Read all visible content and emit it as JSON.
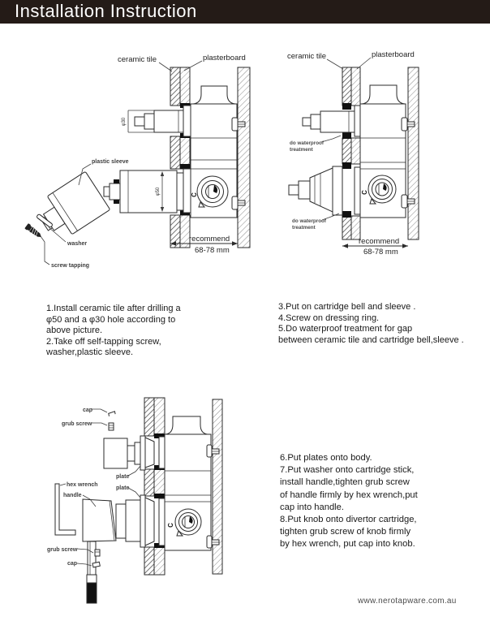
{
  "header": {
    "title": "Installation Instruction"
  },
  "valve_mark": "C",
  "diagram1": {
    "labels": {
      "ceramic_tile": "ceramic tile",
      "plasterboard": "plasterboard",
      "phi30": "φ30",
      "phi50": "φ50",
      "plastic_sleeve": "plastic sleeve",
      "washer": "washer",
      "screw_tapping": "screw tapping",
      "recommend": "recommend",
      "range": "68-78 mm"
    }
  },
  "diagram2": {
    "labels": {
      "ceramic_tile": "ceramic tile",
      "plasterboard": "plasterboard",
      "waterproof1_line1": "do waterproof",
      "waterproof1_line2": "treatment",
      "waterproof2_line1": "do waterproof",
      "waterproof2_line2": "treatment",
      "recommend": "recommend",
      "range": "68-78 mm"
    }
  },
  "diagram3": {
    "labels": {
      "cap_top": "cap",
      "grub_screw_top": "grub screw",
      "plate1": "plate",
      "plate2": "plate",
      "hex_wrench": "hex wrench",
      "handle": "handle",
      "grub_screw_bottom": "grub screw",
      "cap_bottom": "cap"
    }
  },
  "steps_left": {
    "lines": [
      "1.Install ceramic tile after drilling a",
      "φ50 and a φ30 hole according to",
      "above picture.",
      "2.Take off self-tapping screw,",
      "washer,plastic sleeve."
    ]
  },
  "steps_right": {
    "lines": [
      "3.Put on cartridge bell and sleeve .",
      "4.Screw on dressing ring.",
      "5.Do waterproof treatment for gap",
      "between ceramic tile and cartridge bell,sleeve ."
    ]
  },
  "steps_bottom": {
    "lines": [
      "6.Put plates onto body.",
      "7.Put washer onto cartridge stick,",
      "install handle,tighten grub screw",
      "of handle firmly by hex wrench,put",
      "cap into handle.",
      "8.Put knob onto divertor cartridge,",
      "tighten grub screw of knob firmly",
      "by hex wrench, put cap into knob."
    ]
  },
  "footer": {
    "website": "www.nerotapware.com.au"
  }
}
